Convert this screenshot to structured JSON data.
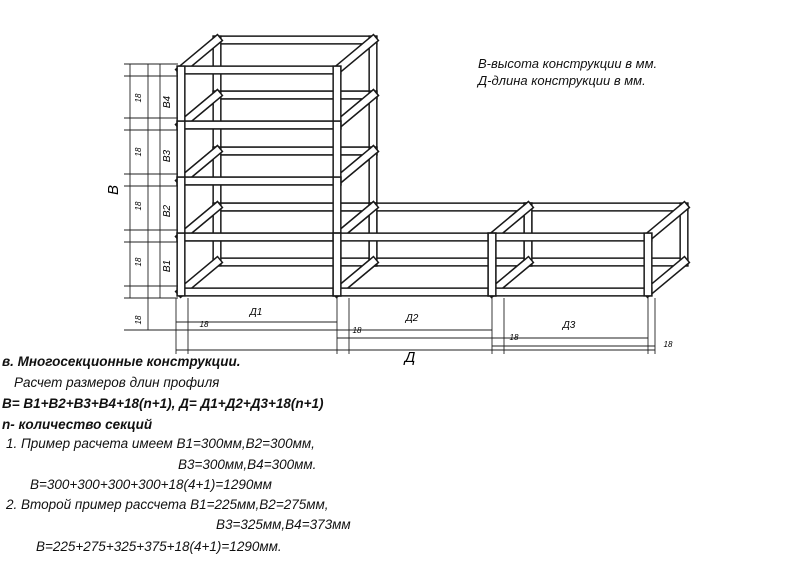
{
  "legend": {
    "line1": "В-высота конструкции в мм.",
    "line2": "Д-длина конструкции в мм."
  },
  "dims": {
    "b": "В",
    "b1": "В1",
    "b2": "В2",
    "b3": "В3",
    "b4": "В4",
    "d": "Д",
    "d1": "Д1",
    "d2": "Д2",
    "d3": "Д3",
    "t18": "18"
  },
  "notes": {
    "title": "в. Многосекционные конструкции.",
    "calc_heading": "Расчет размеров длин профиля",
    "formula": "В= В1+В2+В3+В4+18(n+1),    Д= Д1+Д2+Д3+18(n+1)",
    "n_def": "n- количество секций",
    "ex1_line1": "1. Пример расчета имеем В1=300мм,В2=300мм,",
    "ex1_line2": "В3=300мм,В4=300мм.",
    "ex1_result": "В=300+300+300+300+18(4+1)=1290мм",
    "ex2_line1": "2.  Второй пример рассчета    В1=225мм,В2=275мм,",
    "ex2_line2": "В3=325мм,В4=373мм",
    "ex2_result": "В=225+275+325+375+18(4+1)=1290мм."
  }
}
